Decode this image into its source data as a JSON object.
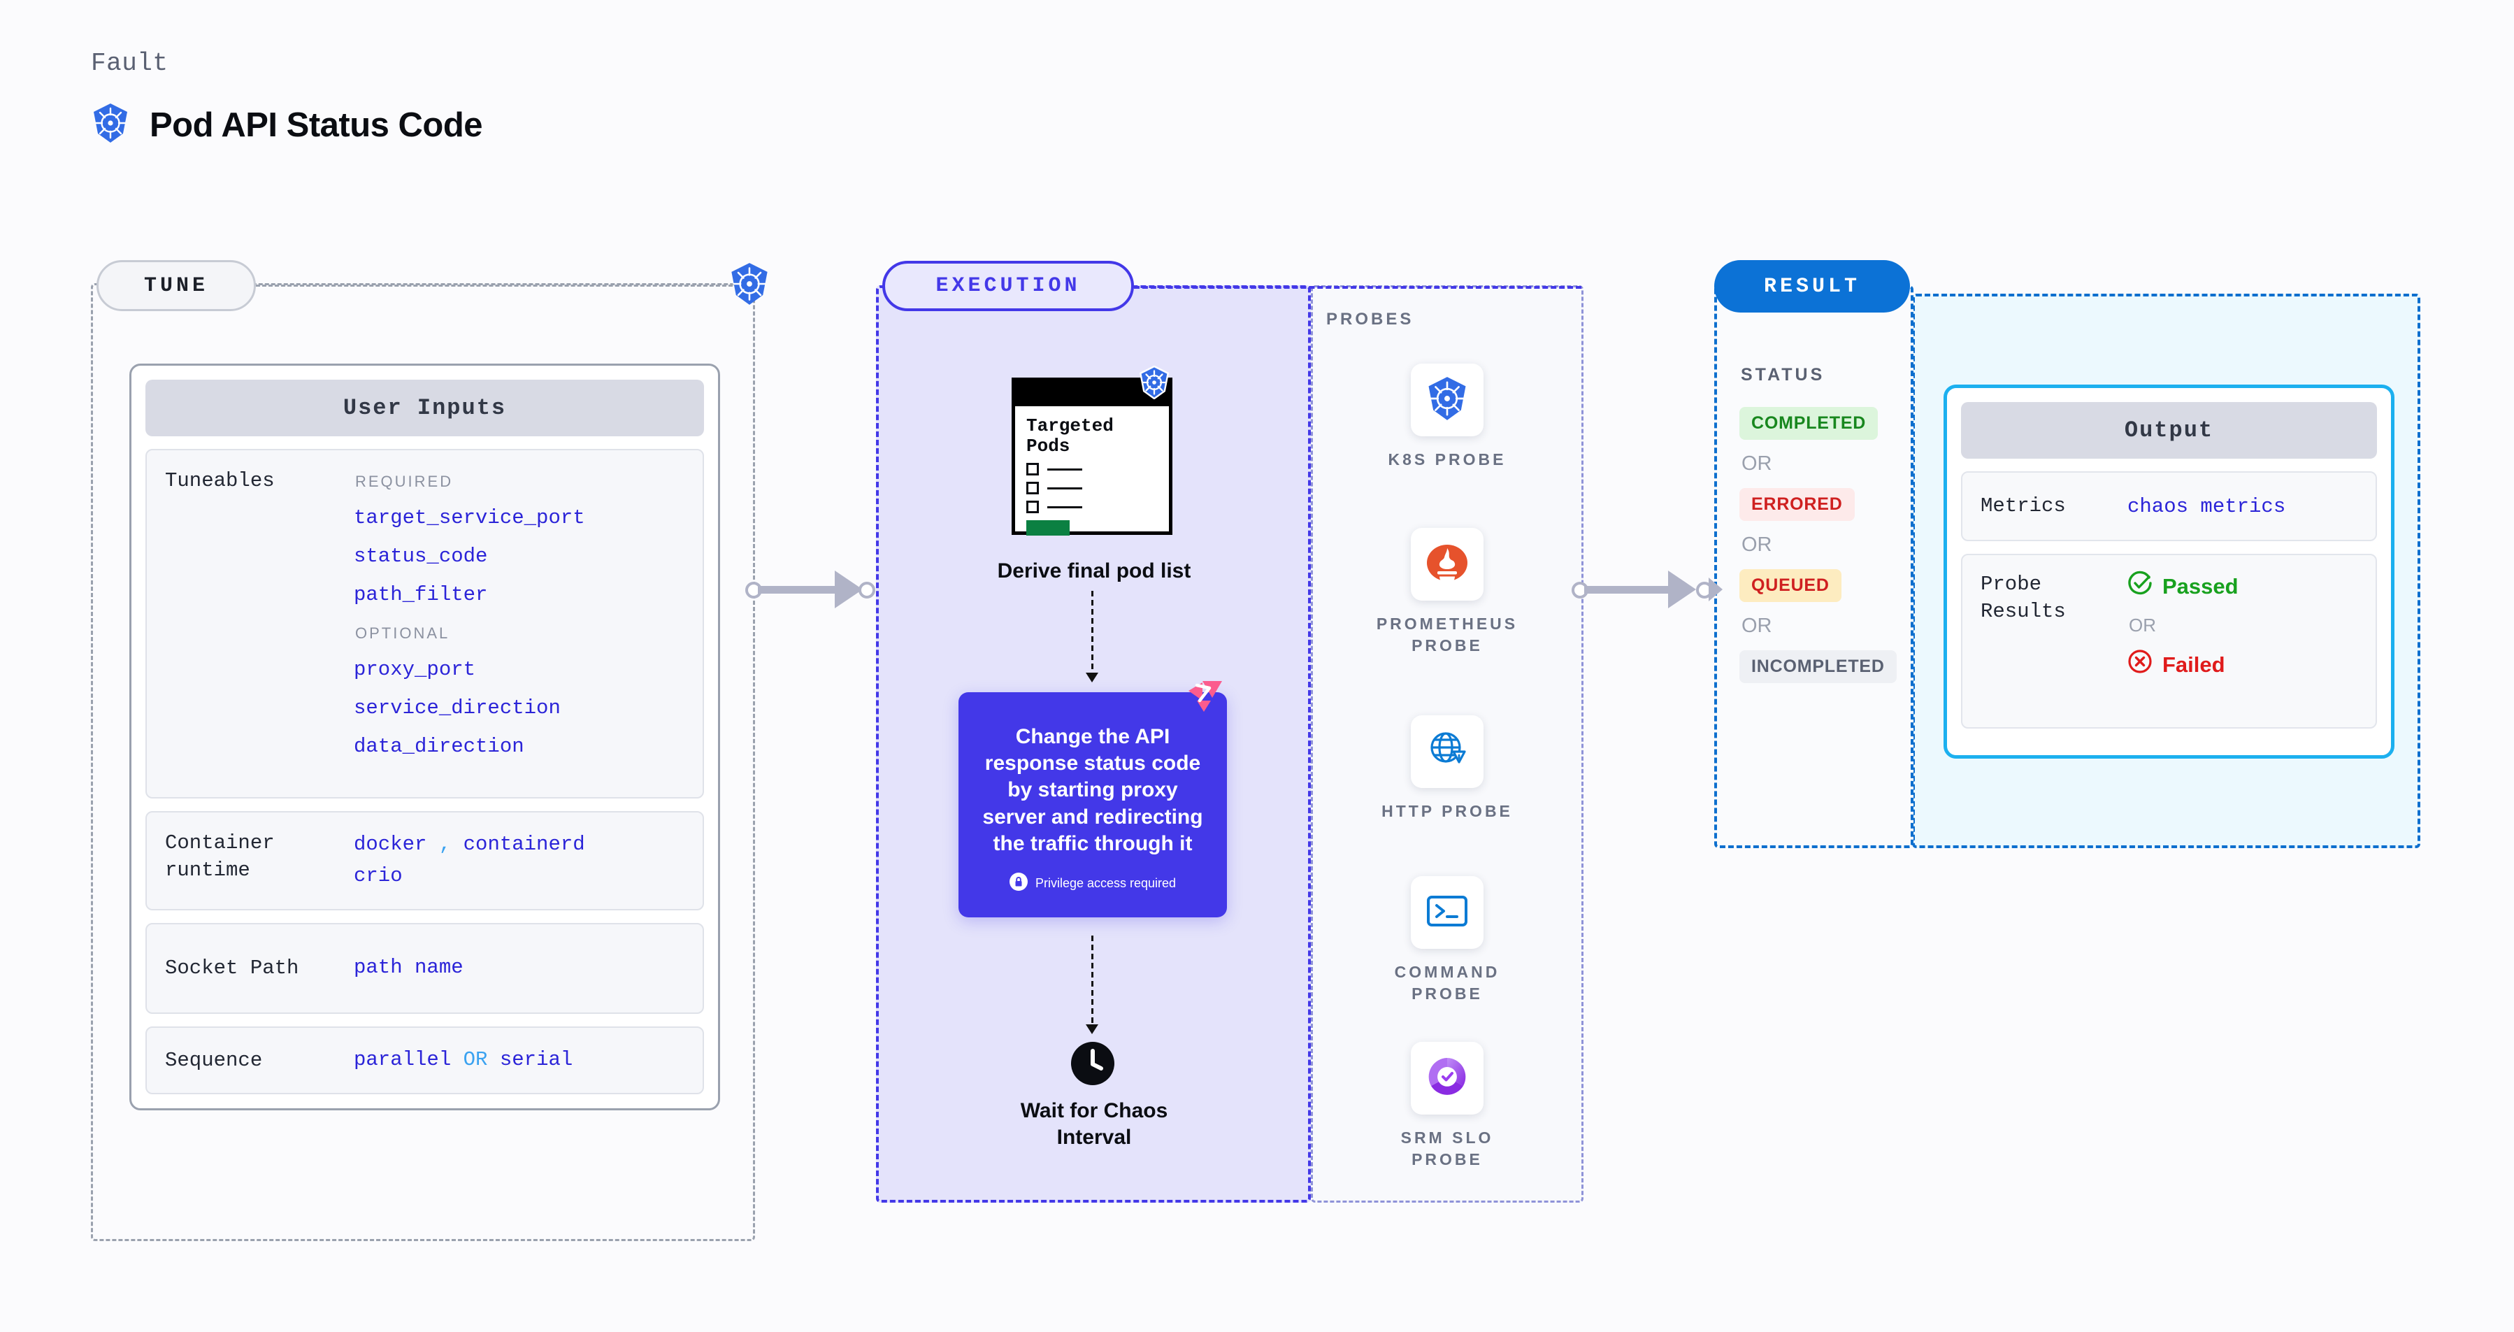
{
  "header": {
    "kicker": "Fault",
    "title": "Pod API Status Code",
    "icon": "kubernetes-icon"
  },
  "tune": {
    "chip_label": "TUNE",
    "badge_icon": "kubernetes-icon",
    "card_title": "User Inputs",
    "rows": [
      {
        "label": "Tuneables",
        "groups": [
          {
            "heading": "REQUIRED",
            "values": [
              "target_service_port",
              "status_code",
              "path_filter"
            ]
          },
          {
            "heading": "OPTIONAL",
            "values": [
              "proxy_port",
              "service_direction",
              "data_direction"
            ]
          }
        ]
      },
      {
        "label": "Container runtime",
        "values_inline": [
          "docker",
          ",",
          "containerd",
          "crio"
        ]
      },
      {
        "label": "Socket Path",
        "values_inline": [
          "path name"
        ]
      },
      {
        "label": "Sequence",
        "values_inline": [
          "parallel",
          "OR",
          "serial"
        ]
      }
    ],
    "container_runtime_values": {
      "a": "docker",
      "sep": ",",
      "b": "containerd",
      "c": "crio"
    },
    "socket_path_value": "path name",
    "sequence": {
      "a": "parallel",
      "or": "OR",
      "b": "serial"
    }
  },
  "execution": {
    "chip_label": "EXECUTION",
    "pods_card": {
      "title_line1": "Targeted",
      "title_line2": "Pods",
      "badge_icon": "kubernetes-icon"
    },
    "derive_caption": "Derive final pod list",
    "action_card": {
      "text": "Change the API response status code by starting proxy server and redirecting the traffic through it",
      "privilege_note": "Privilege access required",
      "privilege_icon": "lock-icon",
      "corner_icon": "litmus-logo",
      "color": "#4338e8"
    },
    "wait": {
      "icon": "clock-icon",
      "caption_line1": "Wait for Chaos",
      "caption_line2": "Interval"
    }
  },
  "probes": {
    "section_label": "PROBES",
    "items": [
      {
        "label": "K8S PROBE",
        "icon": "kubernetes-icon"
      },
      {
        "label": "PROMETHEUS PROBE",
        "icon": "prometheus-icon"
      },
      {
        "label": "HTTP PROBE",
        "icon": "http-globe-warning-icon"
      },
      {
        "label": "COMMAND PROBE",
        "icon": "terminal-icon"
      },
      {
        "label": "SRM SLO PROBE",
        "icon": "srm-slo-icon"
      }
    ]
  },
  "result": {
    "chip_label": "RESULT",
    "status_label": "STATUS",
    "or_label": "OR",
    "statuses": [
      {
        "label": "COMPLETED",
        "bg": "#dcf5dc",
        "fg": "#18871e"
      },
      {
        "label": "ERRORED",
        "bg": "#fdeaea",
        "fg": "#cf2020"
      },
      {
        "label": "QUEUED",
        "bg": "#fdecc0",
        "fg": "#cf2020"
      },
      {
        "label": "INCOMPLETED",
        "bg": "#eef0f4",
        "fg": "#5a6172"
      }
    ],
    "output": {
      "title": "Output",
      "metrics_label": "Metrics",
      "metrics_value": "chaos metrics",
      "probe_results_label_line1": "Probe",
      "probe_results_label_line2": "Results",
      "passed_label": "Passed",
      "passed_icon": "check-circle-icon",
      "or_label": "OR",
      "failed_label": "Failed",
      "failed_icon": "x-circle-icon"
    }
  },
  "colors": {
    "tune_border": "#9aa1ae",
    "execution_accent": "#4338e8",
    "execution_bg": "#e4e3fb",
    "result_accent": "#0c72d6",
    "output_border": "#1cb0ef",
    "output_bg": "#ecf9fe",
    "code_blue": "#2b24d8",
    "connector_gray": "#b0b3c7"
  }
}
